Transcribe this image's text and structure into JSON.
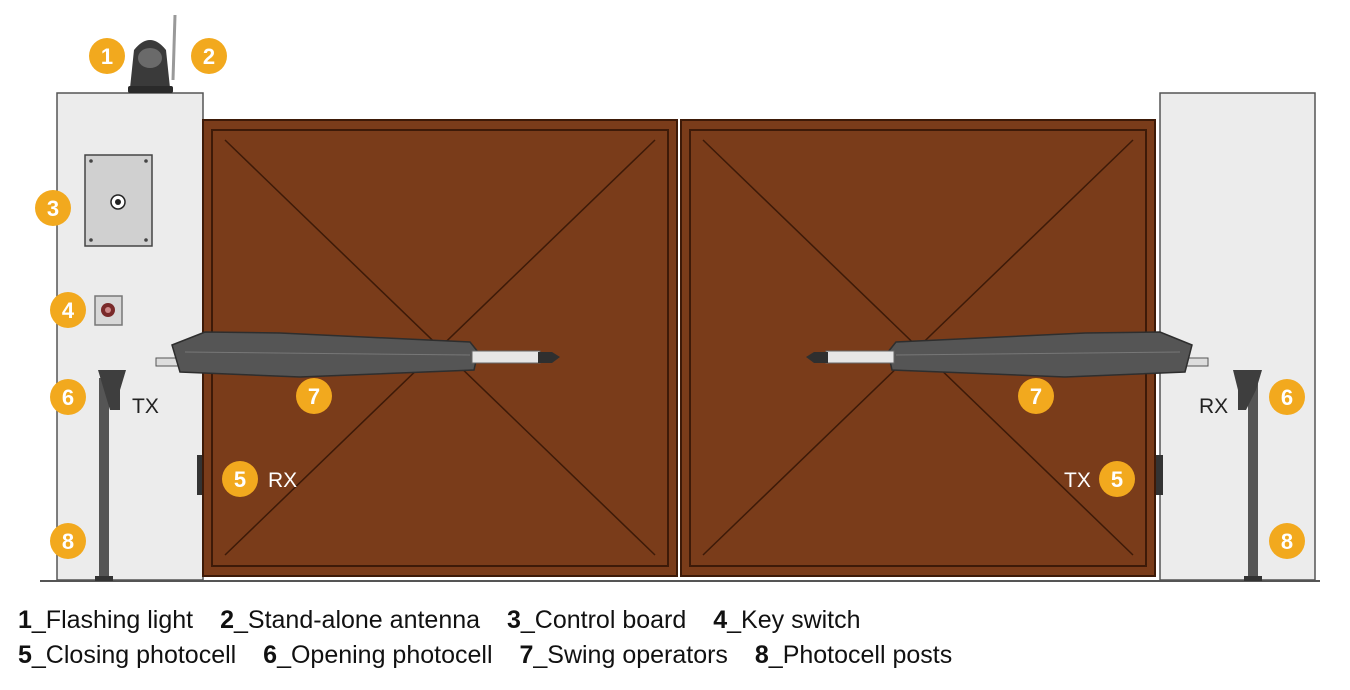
{
  "colors": {
    "gate_wood": "#7a3c1a",
    "gate_border": "#3d1a08",
    "badge": "#f2a91e",
    "pillar": "#ececec",
    "operator": "#555555"
  },
  "icons": {
    "flashing_light": "flashing-light-icon",
    "key_switch": "key-switch-icon"
  },
  "badges": {
    "b1": "1",
    "b2": "2",
    "b3": "3",
    "b4": "4",
    "b5_left": "5",
    "b5_right": "5",
    "b6_left": "6",
    "b6_right": "6",
    "b7_left": "7",
    "b7_right": "7",
    "b8_left": "8",
    "b8_right": "8"
  },
  "labels": {
    "tx_left": "TX",
    "rx_left_gate": "RX",
    "tx_right_gate": "TX",
    "rx_right": "RX"
  },
  "legend": {
    "row1": [
      {
        "num": "1",
        "text": "_Flashing light"
      },
      {
        "num": "2",
        "text": "_Stand-alone antenna"
      },
      {
        "num": "3",
        "text": "_Control board"
      },
      {
        "num": "4",
        "text": "_Key switch"
      }
    ],
    "row2": [
      {
        "num": "5",
        "text": "_Closing photocell"
      },
      {
        "num": "6",
        "text": "_Opening photocell"
      },
      {
        "num": "7",
        "text": "_Swing operators"
      },
      {
        "num": "8",
        "text": "_Photocell posts"
      }
    ]
  }
}
